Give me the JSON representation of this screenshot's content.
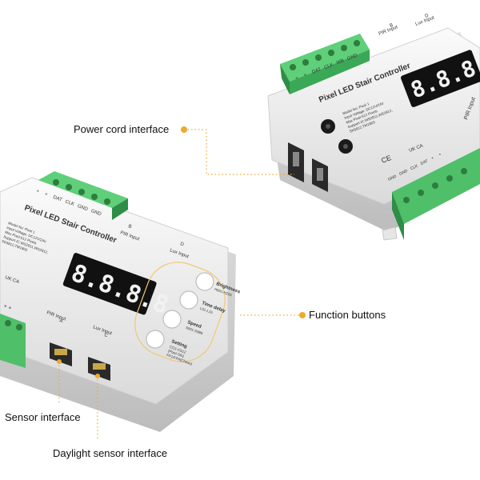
{
  "callouts": {
    "power": "Power cord interface",
    "function": "Function buttons",
    "sensor": "Sensor interface",
    "daylight": "Daylight sensor interface"
  },
  "top_device": {
    "title": "Pixel LED Stair Controller",
    "display": "8.8.8.8",
    "spec_lines": [
      "Model No: Pixel 1",
      "Input Voltage: DC12V/24V",
      "Max Pixel:512 Pixels",
      "Support IC:WS2811,WS2812,",
      "SK6812,TM1803"
    ],
    "terminal_labels": [
      "+",
      "+",
      "DAT",
      "CLK",
      "WB",
      "GND"
    ],
    "bottom_terminal_labels": [
      "GND",
      "GND",
      "CLK",
      "DAT",
      "+",
      "+"
    ],
    "pir_label": "PIR Input",
    "pir_letter": "B",
    "lux_label": "Lux Input",
    "lux_letter": "D",
    "pir_side": "PIR Input",
    "marks": [
      "CE",
      "UK CA"
    ]
  },
  "bottom_device": {
    "title": "Pixel LED Stair Controller",
    "display": "8.8.8.8",
    "spec_lines": [
      "Model No: Pixel 1",
      "Input Voltage: DC12V/24V",
      "Max Pixel:512 Pixels",
      "Support IC:WS2811,WS2812,",
      "SK6812,TM1803"
    ],
    "terminal_labels": [
      "+",
      "+",
      "DAT",
      "CLK",
      "GND",
      "GND"
    ],
    "pir_top_label": "PIR Input",
    "pir_top_letter": "B",
    "lux_top_label": "Lux Input",
    "lux_top_letter": "D",
    "pir_bottom_label": "PIR Input",
    "pir_bottom_letter": "A",
    "lux_bottom_label": "Lux Input",
    "lux_bottom_letter": "C",
    "buttons": [
      {
        "label": "Brightness",
        "sub": "H001-H255"
      },
      {
        "label": "Time delay",
        "sub": "L01-L15"
      },
      {
        "label": "Speed",
        "sub": "S001-S999"
      },
      {
        "label": "Setting",
        "sub": "CO1-C512\n(Pixel ON)\nFP1/FP4(Chase)"
      }
    ],
    "marks": [
      "UK CA"
    ]
  },
  "colors": {
    "terminal_green": "#4fbf6a",
    "terminal_dark": "#2e8d47",
    "display_bg": "#111111",
    "display_digit": "#f2f2f2",
    "callout_dot": "#f0a92a",
    "body_white": "#f3f3f3"
  }
}
